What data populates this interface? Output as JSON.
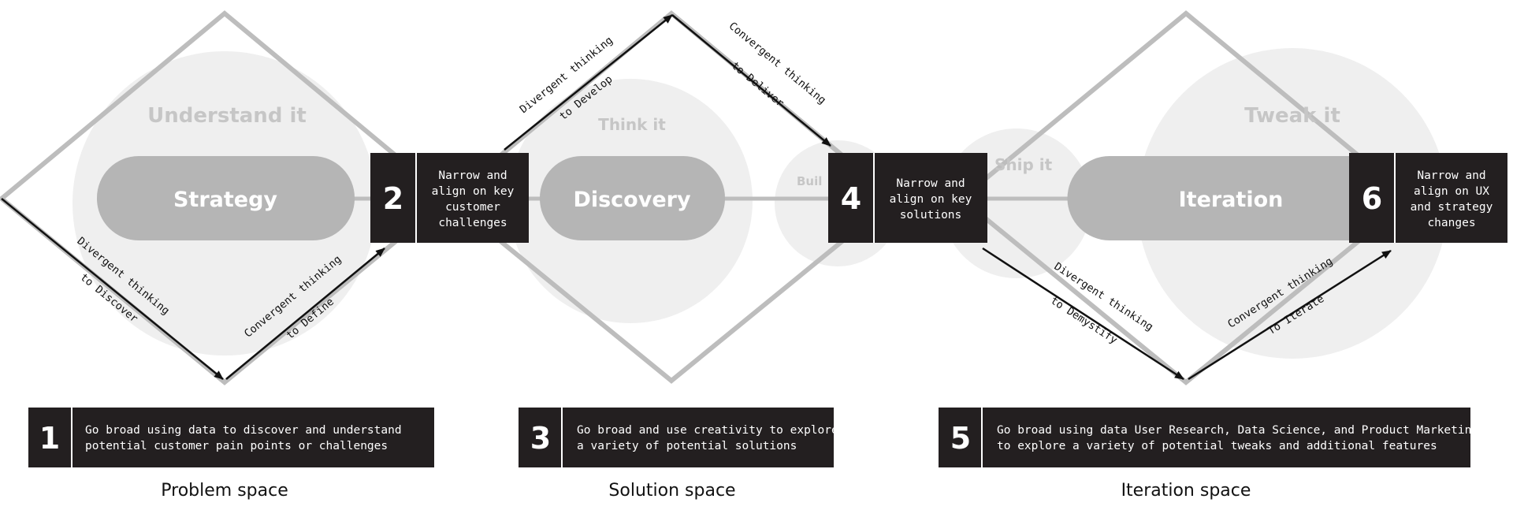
{
  "colors": {
    "dark": "#231f20",
    "diamond": "#bdbdbd",
    "circle": "#efefef",
    "pill": "#b5b5b5",
    "faint_label": "#c6c6c6",
    "arrow": "#111111",
    "white": "#ffffff"
  },
  "phases": [
    {
      "pill": "Strategy",
      "label": "Understand it",
      "space": "Problem space"
    },
    {
      "pill": "Discovery",
      "label": "Think it",
      "space": "Solution space"
    },
    {
      "pill": "Iteration",
      "label": "Tweak it",
      "space": "Iteration space"
    }
  ],
  "small_labels": {
    "build": "Buil",
    "ship": "Ship it"
  },
  "steps": [
    {
      "num": "1",
      "lines": [
        "Go broad using data to discover and understand",
        "potential customer pain points or challenges"
      ]
    },
    {
      "num": "2",
      "lines": [
        "Narrow and",
        "align on key",
        "customer",
        "challenges"
      ]
    },
    {
      "num": "3",
      "lines": [
        "Go broad and use creativity to explore",
        "a variety of potential solutions"
      ]
    },
    {
      "num": "4",
      "lines": [
        "Narrow and",
        "align on key",
        "solutions"
      ]
    },
    {
      "num": "5",
      "lines": [
        "Go broad using data  User Research, Data Science, and Product Marketing",
        "to explore a variety of potential tweaks and additional features"
      ]
    },
    {
      "num": "6",
      "lines": [
        "Narrow and",
        "align on UX",
        "and strategy",
        "changes"
      ]
    }
  ],
  "arrows": [
    {
      "line1": "Divergent thinking",
      "line2": "to Discover"
    },
    {
      "line1": "Convergent thinking",
      "line2": "to Define"
    },
    {
      "line1": "Divergent thinking",
      "line2": "to Develop"
    },
    {
      "line1": "Convergent thinking",
      "line2": "to Deliver"
    },
    {
      "line1": "Divergent thinking",
      "line2": "to Demystify"
    },
    {
      "line1": "Convergent thinking",
      "line2": "To Iterate"
    }
  ]
}
